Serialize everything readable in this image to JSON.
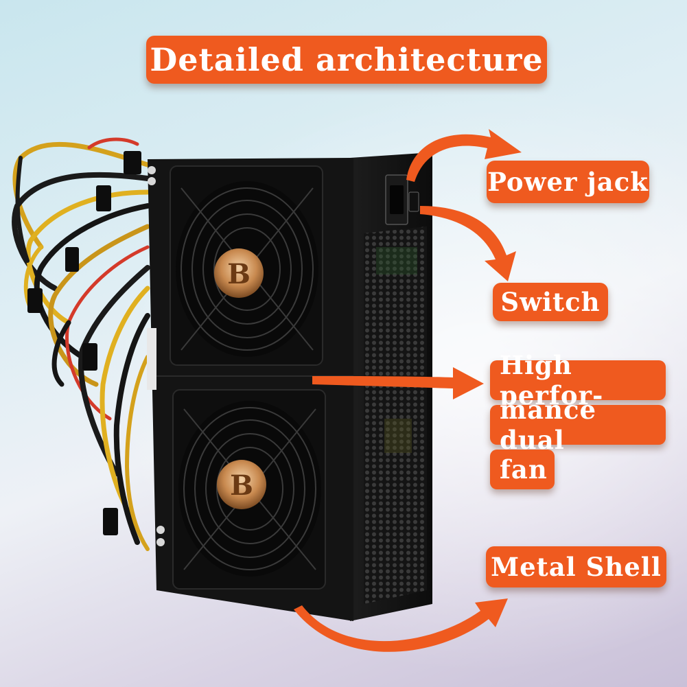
{
  "title": "Detailed architecture",
  "callouts": {
    "power_jack": "Power jack",
    "switch": "Switch",
    "fan_line1": "High perfor-",
    "fan_line2": "mance dual",
    "fan_line3": "fan",
    "metal_shell": "Metal Shell"
  },
  "colors": {
    "label_bg": "#ef5a1f",
    "arrow": "#ef5a1f",
    "label_text": "#ffffff"
  }
}
